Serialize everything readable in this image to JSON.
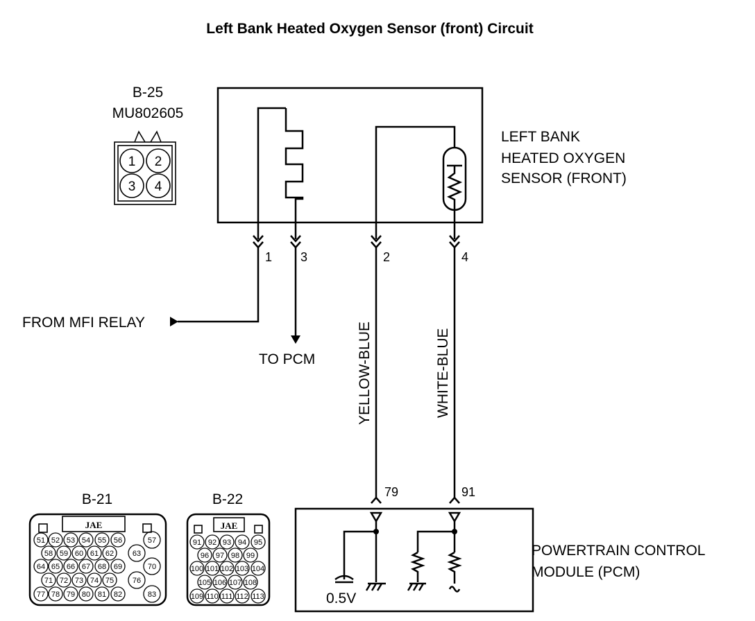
{
  "title": "Left Bank Heated Oxygen Sensor (front) Circuit",
  "sensor_connector": {
    "id": "B-25",
    "part_number": "MU802605",
    "pins": [
      "1",
      "2",
      "3",
      "4"
    ]
  },
  "sensor": {
    "label_lines": [
      "LEFT BANK",
      "HEATED OXYGEN",
      "SENSOR (FRONT)"
    ],
    "terminals": [
      "1",
      "3",
      "2",
      "4"
    ]
  },
  "inputs": {
    "from_mfi_relay": "FROM MFI RELAY",
    "to_pcm": "TO PCM"
  },
  "wires": {
    "yellow_blue": "YELLOW-BLUE",
    "white_blue": "WHITE-BLUE"
  },
  "pcm": {
    "label_lines": [
      "POWERTRAIN CONTROL",
      "MODULE (PCM)"
    ],
    "terminals": [
      "79",
      "91"
    ],
    "reference_voltage": "0.5V"
  },
  "pcm_connectors": [
    {
      "id": "B-21",
      "maker": "JAE",
      "pins": [
        "51",
        "52",
        "53",
        "54",
        "55",
        "56",
        "57",
        "58",
        "59",
        "60",
        "61",
        "62",
        "63",
        "64",
        "65",
        "66",
        "67",
        "68",
        "69",
        "70",
        "71",
        "72",
        "73",
        "74",
        "75",
        "76",
        "77",
        "78",
        "79",
        "80",
        "81",
        "82",
        "83"
      ]
    },
    {
      "id": "B-22",
      "maker": "JAE",
      "pins": [
        "91",
        "92",
        "93",
        "94",
        "95",
        "96",
        "97",
        "98",
        "99",
        "100",
        "101",
        "102",
        "103",
        "104",
        "105",
        "106",
        "107",
        "108",
        "109",
        "110",
        "111",
        "112",
        "113"
      ]
    }
  ]
}
